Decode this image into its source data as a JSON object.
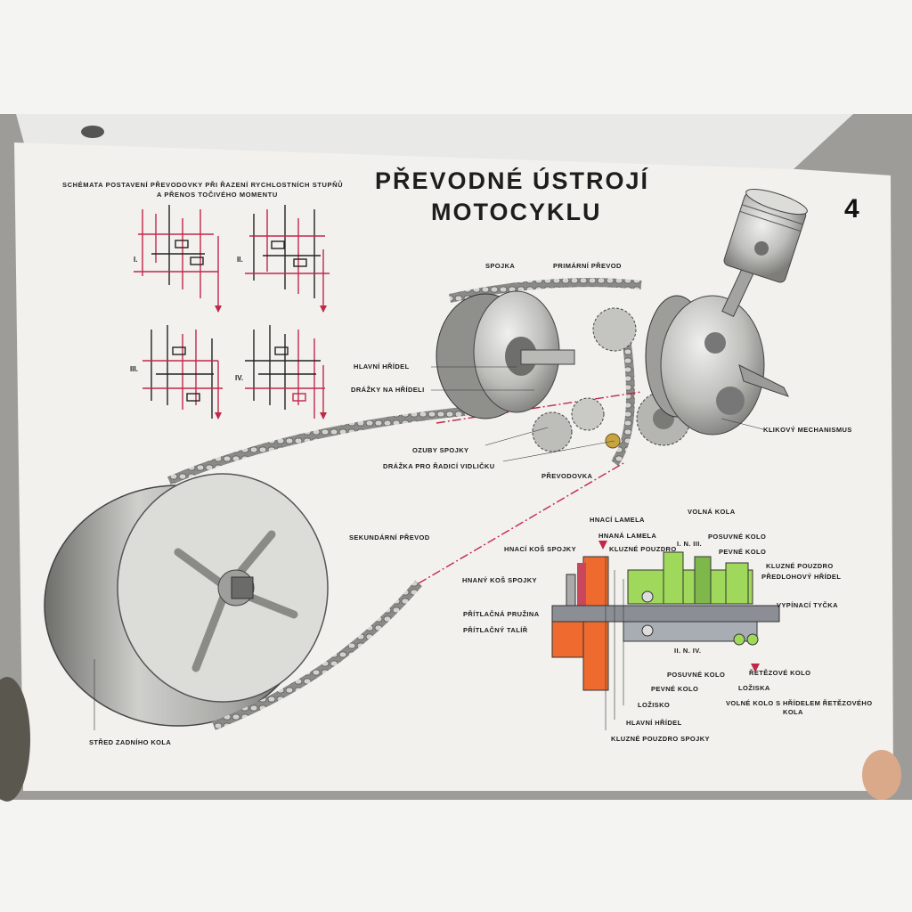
{
  "title": {
    "line1": "PŘEVODNÉ ÚSTROJÍ",
    "line2": "MOTOCYKLU"
  },
  "page_number": "4",
  "subtitle": {
    "line1": "SCHÉMATA POSTAVENÍ PŘEVODOVKY PŘI ŘAZENÍ RYCHLOSTNÍCH STUPŇŮ",
    "line2": "A PŘENOS TOČIVÉHO MOMENTU"
  },
  "gear_diagrams": [
    {
      "roman": "I."
    },
    {
      "roman": "II."
    },
    {
      "roman": "III."
    },
    {
      "roman": "IV."
    }
  ],
  "mechanism_labels": {
    "spojka": "SPOJKA",
    "primarni_prevod": "PRIMÁRNÍ PŘEVOD",
    "hlavni_hridel": "HLAVNÍ HŘÍDEL",
    "drazky_na_hrideli": "DRÁŽKY NA HŘÍDELI",
    "klikovy_mechanismus": "KLIKOVÝ MECHANISMUS",
    "ozuby_spojky": "OZUBY SPOJKY",
    "drazka_pro_radici_vidlicku": "DRÁŽKA PRO ŘADICÍ VIDLIČKU",
    "prevodovka": "PŘEVODOVKA",
    "sekundarni_prevod": "SEKUNDÁRNÍ PŘEVOD",
    "stred_zadniho_kola": "STŘED ZADNÍHO KOLA"
  },
  "section_labels": {
    "hnaci_lamela": "HNACÍ LAMELA",
    "volna_kola": "VOLNÁ KOLA",
    "hnana_lamela": "HNANÁ LAMELA",
    "hnaci_kos_spojky": "HNACÍ KOŠ SPOJKY",
    "kluzne_pouzdro_top": "KLUZNÉ POUZDRO",
    "gear_marks_top": "I. N. III.",
    "posuvne_kolo_top": "POSUVNÉ KOLO",
    "pevne_kolo_top": "PEVNÉ KOLO",
    "kluzne_pouzdro_right": "KLUZNÉ POUZDRO",
    "predlohovy_hridel": "PŘEDLOHOVÝ HŘÍDEL",
    "hnany_kos_spojky": "HNANÝ KOŠ SPOJKY",
    "vypinaci_tycka": "VYPÍNACÍ TYČKA",
    "pritlacna_pruzina": "PŘÍTLAČNÁ PRUŽINA",
    "pritlacny_talir": "PŘÍTLAČNÝ TALÍŘ",
    "gear_marks_bottom": "II. N. IV.",
    "retezove_kolo": "ŘETĚZOVÉ KOLO",
    "posuvne_kolo_bottom": "POSUVNÉ KOLO",
    "pevne_kolo_bottom": "PEVNÉ KOLO",
    "loziska": "LOŽISKA",
    "lozisko": "LOŽISKO",
    "volne_kolo_line1": "VOLNÉ KOLO S HŘÍDELEM ŘETĚZOVÉHO",
    "volne_kolo_line2": "KOLA",
    "hlavni_hridel": "HLAVNÍ HŘÍDEL",
    "kluzne_pouzdro_spojky": "KLUZNÉ POUZDRO SPOJKY"
  },
  "colors": {
    "background": "#9c9b98",
    "poster": "#f3f2ef",
    "red_schematic": "#c2274a",
    "section_green": "#9fd85a",
    "section_orange": "#ee6a2e",
    "section_gray": "#8b8f95",
    "metal": "#c9c9c7"
  }
}
